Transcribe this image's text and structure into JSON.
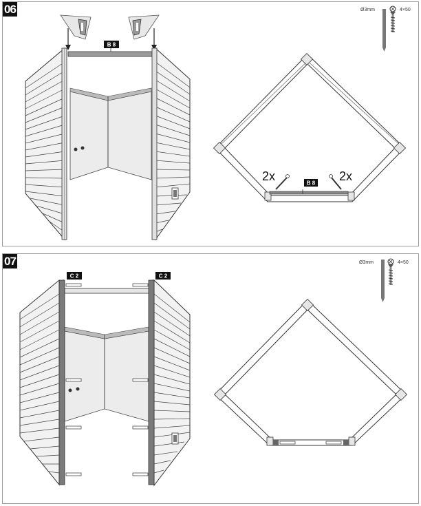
{
  "steps": [
    {
      "number": "06",
      "part_label": "B 8",
      "plan_part_label": "B 8",
      "screw_dia": "Ø3mm",
      "screw_size": "4×50",
      "count_left": "2x",
      "count_right": "2x"
    },
    {
      "number": "07",
      "part_label_left": "C 2",
      "part_label_right": "C 2",
      "screw_dia": "Ø3mm",
      "screw_size": "4×50"
    }
  ]
}
